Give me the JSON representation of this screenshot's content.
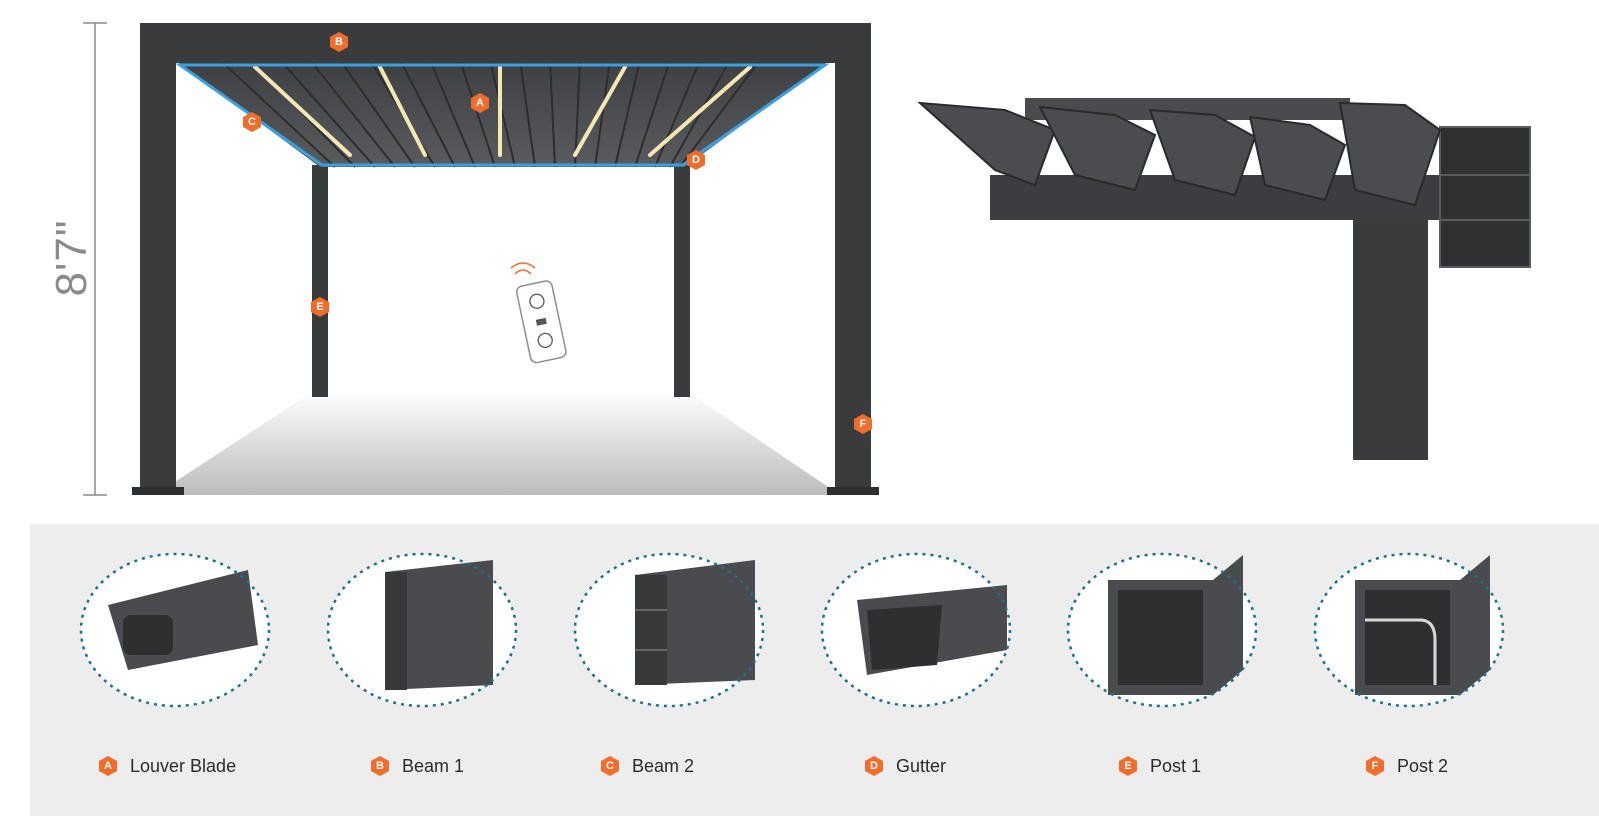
{
  "dimension": {
    "height_label": "8'7\""
  },
  "markers": {
    "a": "A",
    "b": "B",
    "c": "C",
    "d": "D",
    "e": "E",
    "f": "F"
  },
  "parts": [
    {
      "letter": "A",
      "label": "Louver Blade"
    },
    {
      "letter": "B",
      "label": "Beam 1"
    },
    {
      "letter": "C",
      "label": "Beam 2"
    },
    {
      "letter": "D",
      "label": "Gutter"
    },
    {
      "letter": "E",
      "label": "Post 1"
    },
    {
      "letter": "F",
      "label": "Post 2"
    }
  ],
  "colors": {
    "accent": "#f26c2b",
    "frame": "#3a3b3d",
    "roof": "#4a4b4e",
    "led_blue": "#3aa0e0",
    "led_warm": "#f5e7b4",
    "dotted_circle": "#1f6f8f",
    "strip_bg": "#ededed"
  }
}
